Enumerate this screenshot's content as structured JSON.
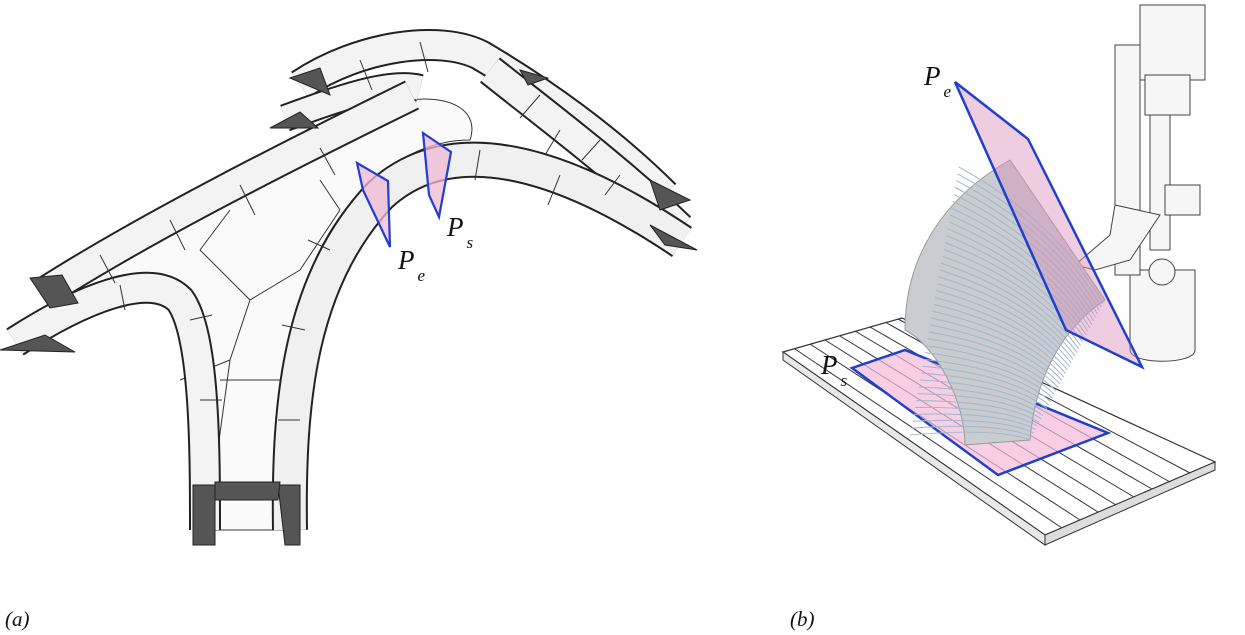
{
  "panel_a": {
    "caption": "(a)",
    "label_end": {
      "main": "P",
      "sub": "e"
    },
    "label_start": {
      "main": "P",
      "sub": "s"
    }
  },
  "panel_b": {
    "caption": "(b)",
    "label_end": {
      "main": "P",
      "sub": "e"
    },
    "label_start": {
      "main": "P",
      "sub": "s"
    }
  },
  "colors": {
    "plane_fill": "#f0b8d4",
    "plane_edge": "#1f3fd0",
    "shell": "#f2f2f2",
    "tip": "#555555"
  }
}
